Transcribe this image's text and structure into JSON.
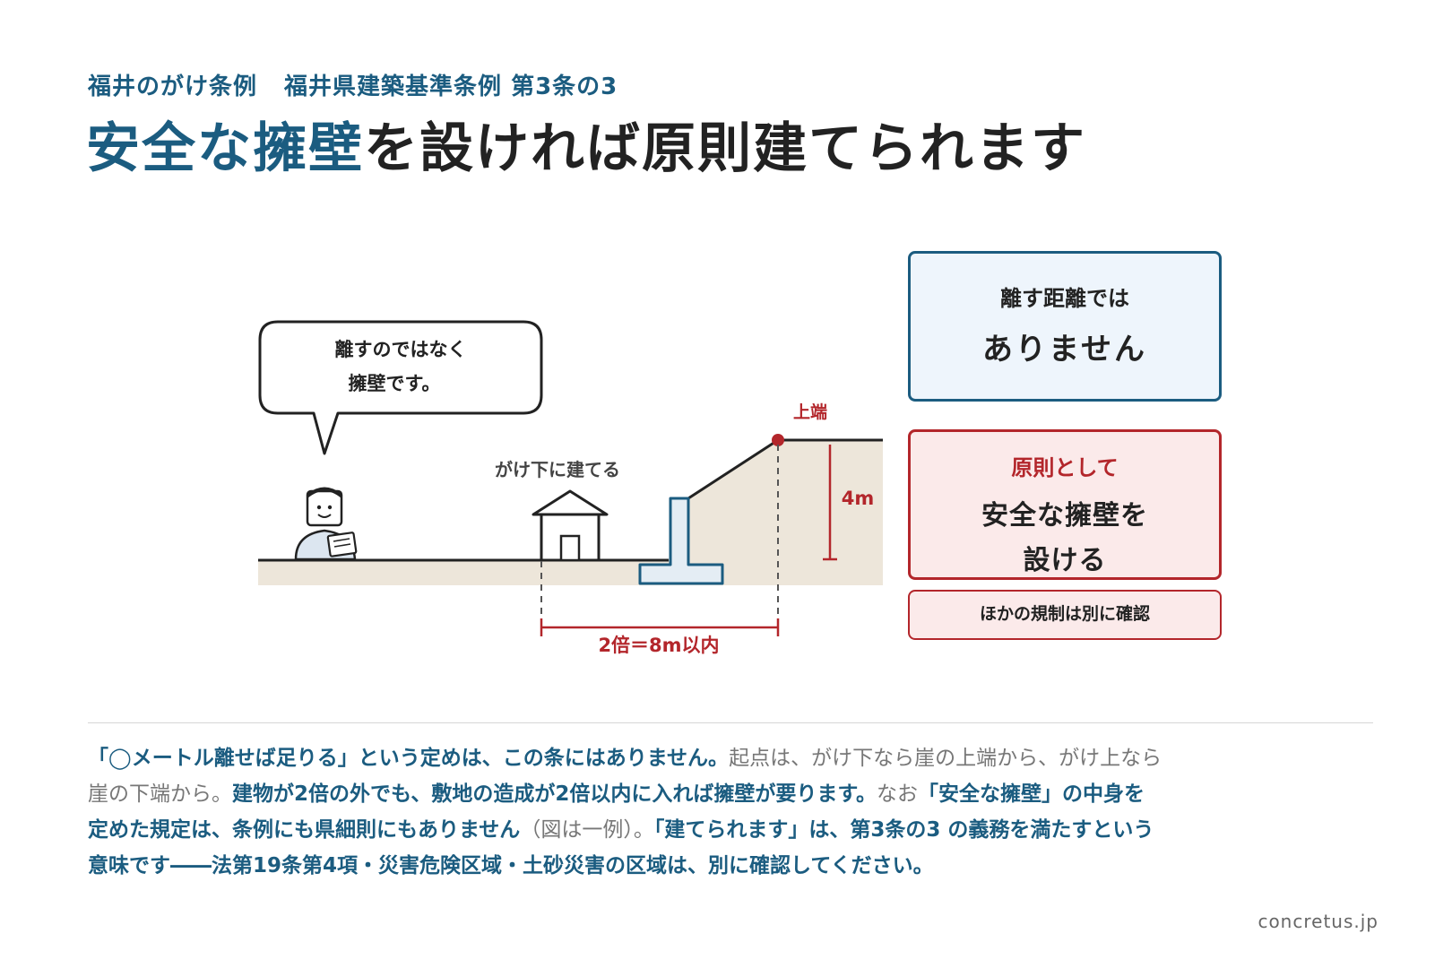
{
  "header": {
    "kicker_a": "福井のがけ条例",
    "kicker_b": "福井県建築基準条例 第3条の3",
    "title_accent": "安全な擁壁",
    "title_rest": "を設ければ原則建てられます"
  },
  "diagram": {
    "speech_line1": "離すのではなく",
    "speech_line2": "擁壁です。",
    "house_label": "がけ下に建てる",
    "top_edge_label": "上端",
    "height_label": "4m",
    "distance_label": "2倍＝8m以内"
  },
  "cards": {
    "blue_line1": "離す距離では",
    "blue_line2": "ありません",
    "red_line1": "原則として",
    "red_line2": "安全な擁壁を",
    "red_line3": "設ける",
    "note": "ほかの規制は別に確認"
  },
  "body": {
    "p1": "「◯メートル離せば足りる」という定めは、この条にはありません。",
    "p2": "起点は、がけ下なら崖の上端から、がけ上なら崖の下端から。",
    "p3": "建物が2倍の外でも、敷地の造成が2倍以内に入れば擁壁が要ります。",
    "p4": "なお",
    "p5": "「安全な擁壁」の中身を定めた規定は、条例にも県細則にもありません",
    "p6": "（図は一例）。",
    "p7": "「建てられます」は、第3条の3 の義務を満たすという意味です――法第19条第4項・災害危険区域・土砂災害の区域は、別に確認してください。"
  },
  "footer": {
    "credit": "concretus.jp"
  },
  "colors": {
    "accent": "#1b5c80",
    "warning": "#b3262b",
    "ground": "#ede6da"
  }
}
